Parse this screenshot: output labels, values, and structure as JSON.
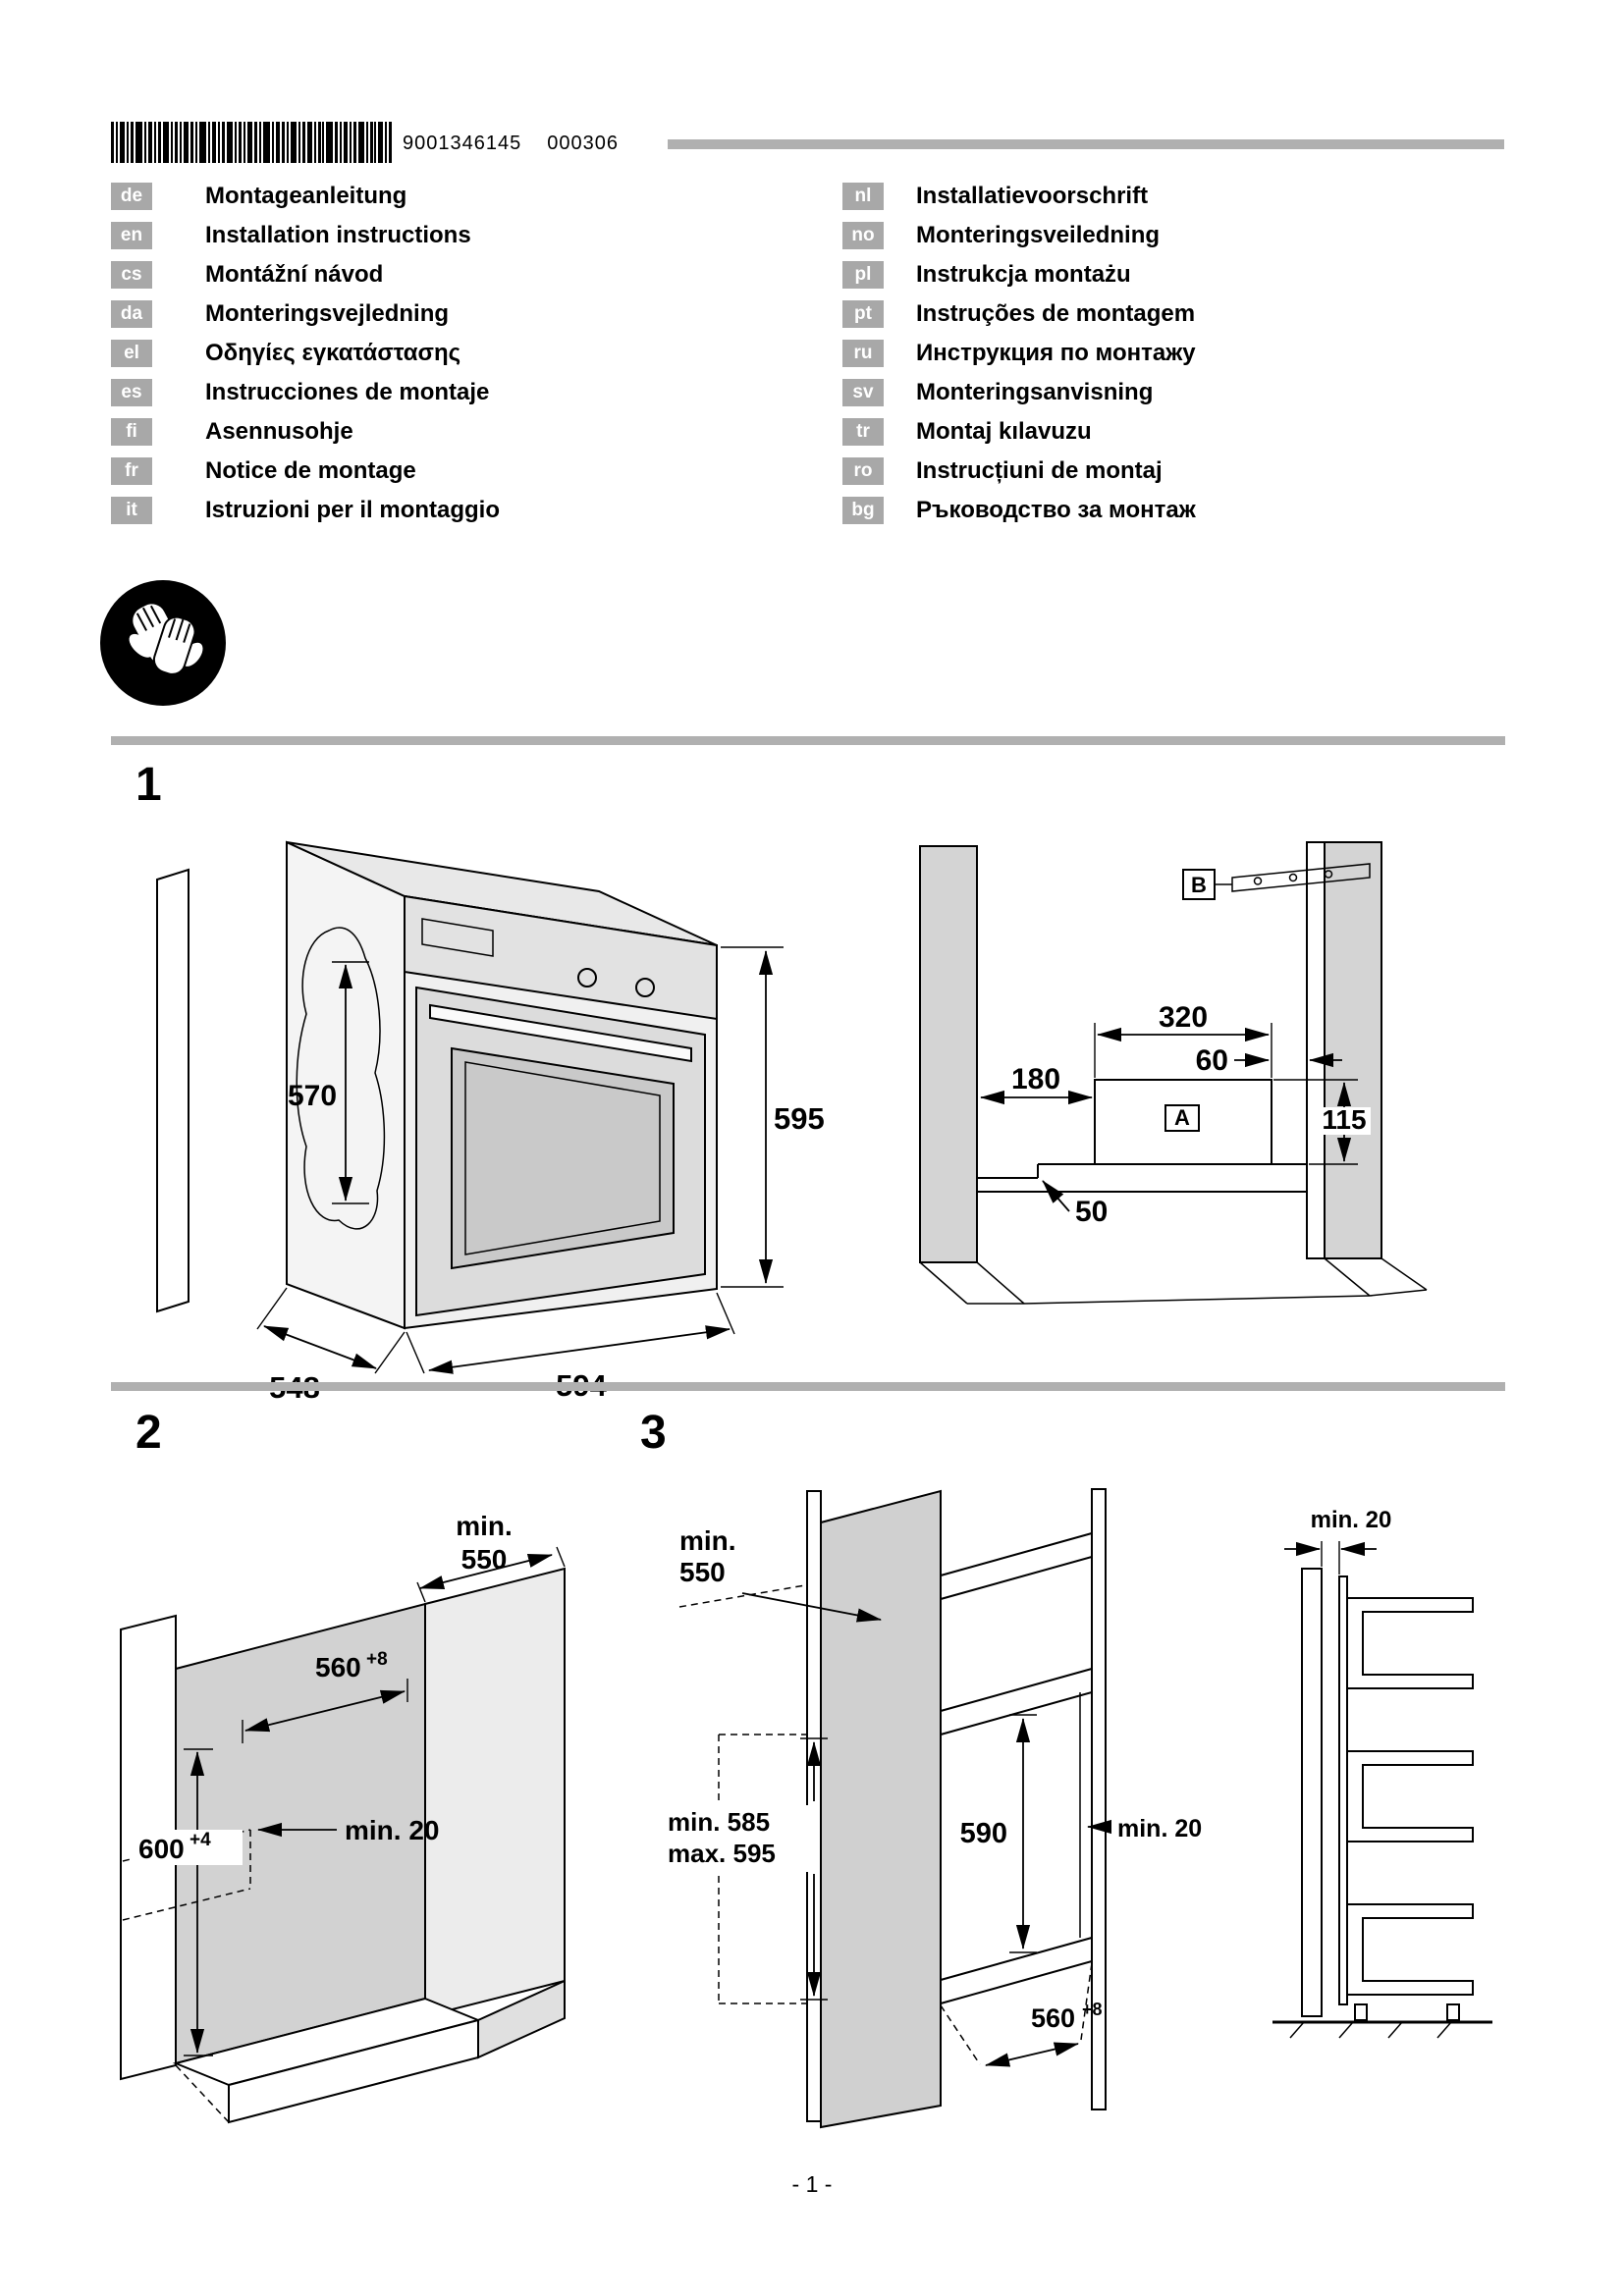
{
  "document": {
    "barcode_number": "9001346145",
    "barcode_batch": "000306",
    "page_number": "- 1 -"
  },
  "languages": {
    "left": [
      {
        "code": "de",
        "title": "Montageanleitung"
      },
      {
        "code": "en",
        "title": "Installation instructions"
      },
      {
        "code": "cs",
        "title": "Montážní návod"
      },
      {
        "code": "da",
        "title": "Monteringsvejledning"
      },
      {
        "code": "el",
        "title": "Οδηγίες εγκατάστασης"
      },
      {
        "code": "es",
        "title": "Instrucciones de montaje"
      },
      {
        "code": "fi",
        "title": "Asennusohje"
      },
      {
        "code": "fr",
        "title": "Notice de montage"
      },
      {
        "code": "it",
        "title": "Istruzioni per il montaggio"
      }
    ],
    "right": [
      {
        "code": "nl",
        "title": "Installatievoorschrift"
      },
      {
        "code": "no",
        "title": "Monteringsveiledning"
      },
      {
        "code": "pl",
        "title": "Instrukcja montażu"
      },
      {
        "code": "pt",
        "title": "Instruções de montagem"
      },
      {
        "code": "ru",
        "title": "Инструкция по монтажу"
      },
      {
        "code": "sv",
        "title": "Monteringsanvisning"
      },
      {
        "code": "tr",
        "title": "Montaj kılavuzu"
      },
      {
        "code": "ro",
        "title": "Instrucțiuni de montaj"
      },
      {
        "code": "bg",
        "title": "Ръководство за монтаж"
      }
    ]
  },
  "figures": {
    "fig1": {
      "label": "1",
      "oven": {
        "height": "595",
        "side": "570",
        "depth": "548",
        "width": "594"
      },
      "niche": {
        "callout_b": "B",
        "width": "320",
        "offset_right": "60",
        "offset_left": "180",
        "callout_a": "A",
        "height": "115",
        "step": "50"
      }
    },
    "fig2": {
      "label": "2",
      "depth_line1": "min.",
      "depth_line2": "550",
      "width": "560",
      "width_tol": "+8",
      "back_gap": "min. 20",
      "height": "600",
      "height_tol": "+4"
    },
    "fig3": {
      "label": "3",
      "depth_line1": "min.",
      "depth_line2": "550",
      "front_min": "min. 585",
      "front_max": "max. 595",
      "niche_height": "590",
      "back_gap": "min. 20",
      "width": "560",
      "width_tol": "+8",
      "side_wall_gap": "min. 20"
    }
  }
}
